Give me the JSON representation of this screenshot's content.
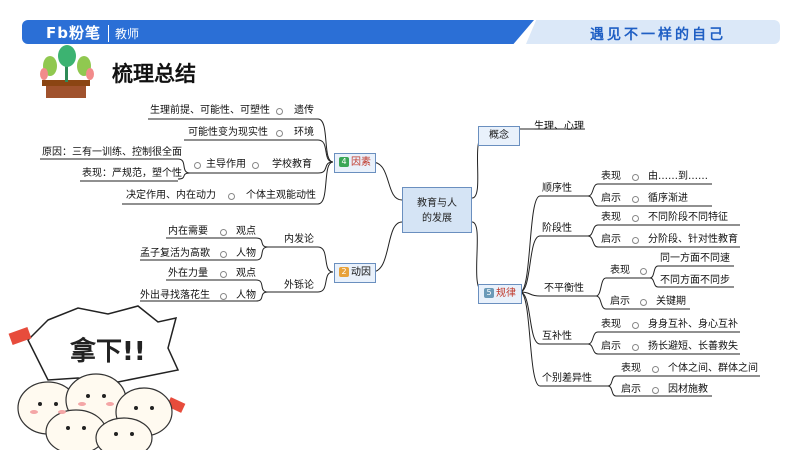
{
  "header": {
    "brand": "Fb粉笔",
    "role": "教师",
    "slogan": "遇见不一样的自己"
  },
  "title": "梳理总结",
  "mindmap": {
    "center": [
      "教育与人",
      "的发展"
    ],
    "concept": {
      "label": "概念",
      "detail": "生理、心理"
    },
    "factors": {
      "label": "因素",
      "items": [
        {
          "label": "遗传",
          "detail": "生理前提、可能性、可塑性"
        },
        {
          "label": "环境",
          "detail": "可能性变为现实性"
        },
        {
          "label": "学校教育",
          "detail": "主导作用",
          "reasons": [
            "原因：三有一训练、控制很全面",
            "表现：严规范，塑个性"
          ]
        },
        {
          "label": "个体主观能动性",
          "detail": "决定作用、内在动力"
        }
      ]
    },
    "motivation": {
      "label": "动因",
      "groups": [
        {
          "label": "内发论",
          "rows": [
            {
              "k": "观点",
              "v": "内在需要"
            },
            {
              "k": "人物",
              "v": "孟子复活为高歌"
            }
          ]
        },
        {
          "label": "外铄论",
          "rows": [
            {
              "k": "观点",
              "v": "外在力量"
            },
            {
              "k": "人物",
              "v": "外出寻找落花生"
            }
          ]
        }
      ]
    },
    "laws": {
      "label": "规律",
      "items": [
        {
          "label": "顺序性",
          "rows": [
            {
              "k": "表现",
              "v": "由……到……"
            },
            {
              "k": "启示",
              "v": "循序渐进"
            }
          ]
        },
        {
          "label": "阶段性",
          "rows": [
            {
              "k": "表现",
              "v": "不同阶段不同特征"
            },
            {
              "k": "启示",
              "v": "分阶段、针对性教育"
            }
          ]
        },
        {
          "label": "不平衡性",
          "show": "表现",
          "show_vals": [
            "同一方面不同速",
            "不同方面不同步"
          ],
          "rows": [
            {
              "k": "启示",
              "v": "关键期"
            }
          ]
        },
        {
          "label": "互补性",
          "rows": [
            {
              "k": "表现",
              "v": "身身互补、身心互补"
            },
            {
              "k": "启示",
              "v": "扬长避短、长善救失"
            }
          ]
        },
        {
          "label": "个别差异性",
          "rows": [
            {
              "k": "表现",
              "v": "个体之间、群体之间"
            },
            {
              "k": "启示",
              "v": "因材施教"
            }
          ]
        }
      ]
    },
    "badges": {
      "factors": "4",
      "motivation": "2",
      "laws": "5"
    }
  },
  "sticker": {
    "text": "拿下!!"
  },
  "colors": {
    "brand_blue": "#2b6fd6",
    "light_blue": "#dbe8f8",
    "factor_badge": "#3aa657",
    "motivation_badge": "#e8a23a",
    "law_badge": "#6b9ab8",
    "accent_red": "#c0392b"
  }
}
